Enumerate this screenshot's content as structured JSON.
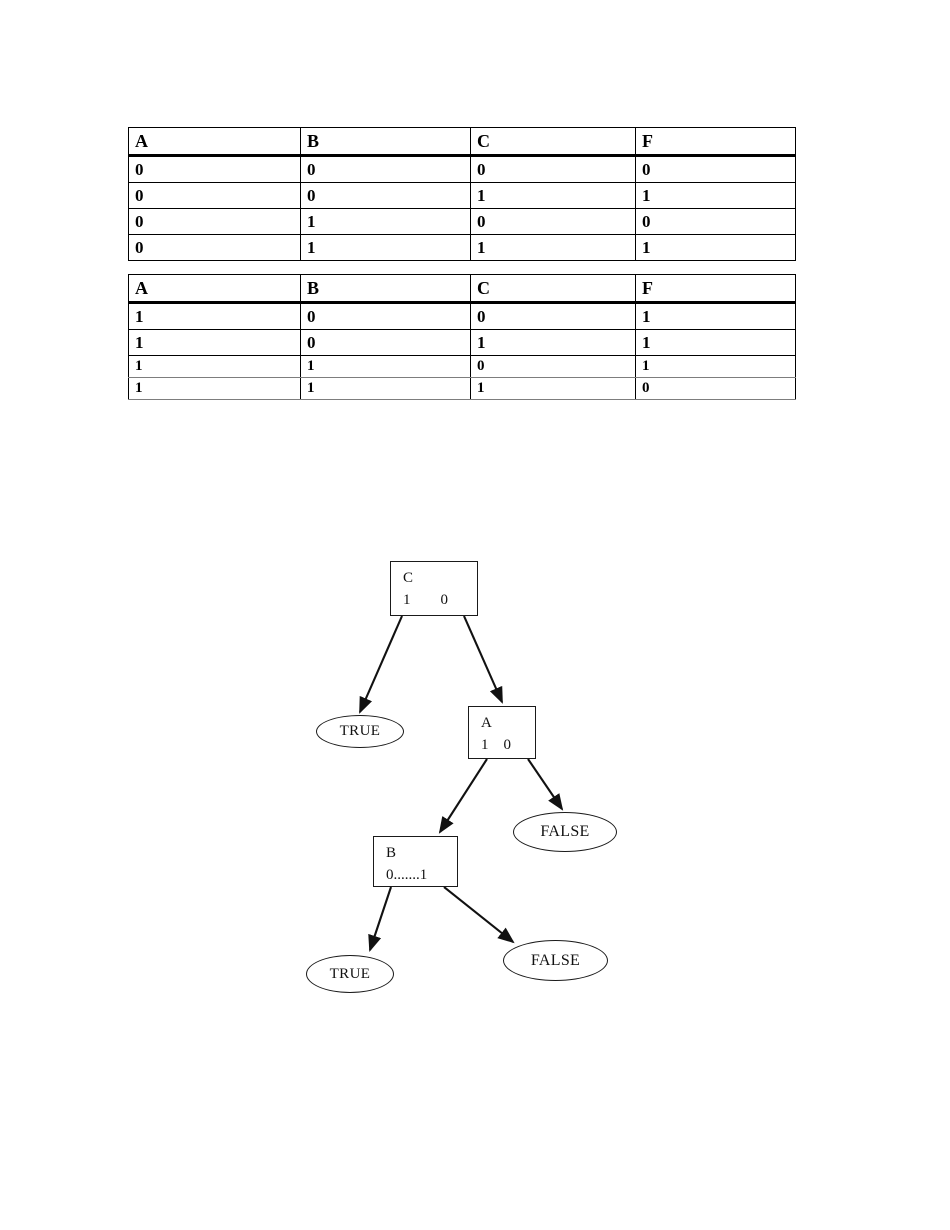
{
  "tables": [
    {
      "name": "truth-table-a-low",
      "headers": [
        "A",
        "B",
        "C",
        "F"
      ],
      "rows": [
        {
          "cells": [
            "0",
            "0",
            "0",
            "0"
          ],
          "style": "normal"
        },
        {
          "cells": [
            "0",
            "0",
            "1",
            "1"
          ],
          "style": "normal"
        },
        {
          "cells": [
            "0",
            "1",
            "0",
            "0"
          ],
          "style": "normal"
        },
        {
          "cells": [
            "0",
            "1",
            "1",
            "1"
          ],
          "style": "normal"
        }
      ]
    },
    {
      "name": "truth-table-a-high",
      "headers": [
        "A",
        "B",
        "C",
        "F"
      ],
      "rows": [
        {
          "cells": [
            "1",
            "0",
            "0",
            "1"
          ],
          "style": "normal"
        },
        {
          "cells": [
            "1",
            "0",
            "1",
            "1"
          ],
          "style": "normal"
        },
        {
          "cells": [
            "1",
            "1",
            "0",
            "1"
          ],
          "style": "faint"
        },
        {
          "cells": [
            "1",
            "1",
            "1",
            "0"
          ],
          "style": "faint"
        }
      ]
    }
  ],
  "tree": {
    "nodes": [
      {
        "id": "node-c",
        "variable": "C",
        "branches": "1        0"
      },
      {
        "id": "node-a",
        "variable": "A",
        "branches": "1    0"
      },
      {
        "id": "node-b",
        "variable": "B",
        "branches": "0.......1"
      }
    ],
    "leaves": [
      {
        "id": "leaf-true-top",
        "label": "TRUE",
        "style": "plain"
      },
      {
        "id": "leaf-false-mid",
        "label": "FALSE",
        "style": "small-caps"
      },
      {
        "id": "leaf-true-bottom",
        "label": "TRUE",
        "style": "plain"
      },
      {
        "id": "leaf-false-bottom",
        "label": "FALSE",
        "style": "small-caps"
      }
    ],
    "edges": [
      {
        "name": "edge-c-to-true",
        "from": "node-c",
        "to": "leaf-true-top"
      },
      {
        "name": "edge-c-to-a",
        "from": "node-c",
        "to": "node-a"
      },
      {
        "name": "edge-a-to-b",
        "from": "node-a",
        "to": "node-b"
      },
      {
        "name": "edge-a-to-false",
        "from": "node-a",
        "to": "leaf-false-mid"
      },
      {
        "name": "edge-b-to-true",
        "from": "node-b",
        "to": "leaf-true-bottom"
      },
      {
        "name": "edge-b-to-false",
        "from": "node-b",
        "to": "leaf-false-bottom"
      }
    ]
  },
  "colors": {
    "stroke": "#1a1a1a",
    "background": "#ffffff",
    "faint_rule": "#7d7d7d"
  }
}
